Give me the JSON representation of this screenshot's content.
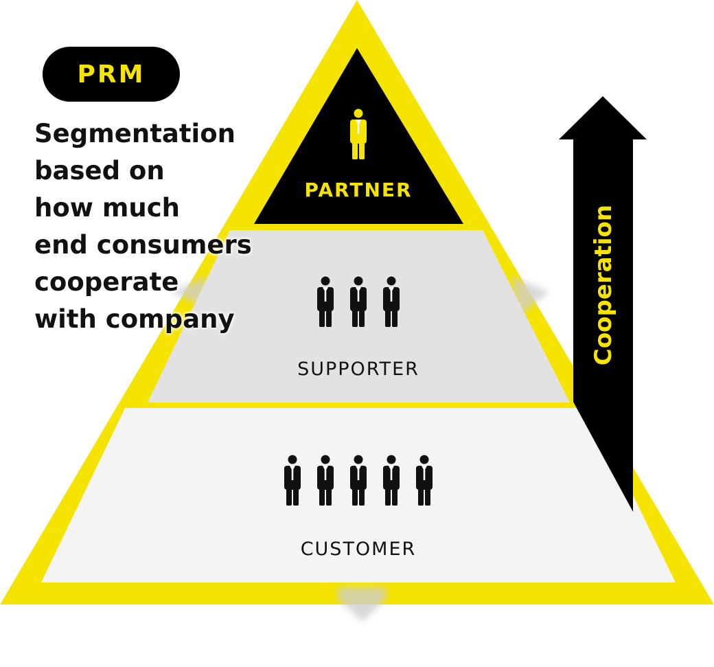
{
  "badge": {
    "label": "PRM"
  },
  "description": "Segmentation\nbased on\nhow much\nend consumers\ncooperate\nwith company",
  "tiers": [
    {
      "id": "partner",
      "label": "PARTNER",
      "people": 1,
      "color": "#f5e400"
    },
    {
      "id": "supporter",
      "label": "SUPPORTER",
      "people": 3,
      "color": "#111111"
    },
    {
      "id": "customer",
      "label": "CUSTOMER",
      "people": 5,
      "color": "#111111"
    }
  ],
  "arrow": {
    "label": "Cooperation",
    "color": "#f5e400"
  },
  "colors": {
    "accent": "#f5e400",
    "partner_fill": "#000000",
    "supporter_fill": "#e2e2e2",
    "customer_fill": "#f4f4f4"
  }
}
